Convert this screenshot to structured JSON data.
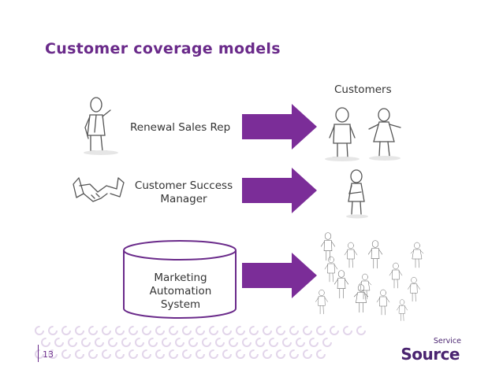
{
  "slide": {
    "title": "Customer coverage models",
    "page_number": "13"
  },
  "diagram": {
    "customers_heading": "Customers",
    "rows": [
      {
        "label": "Renewal Sales Rep"
      },
      {
        "label_lines": [
          "Customer Success",
          "Manager"
        ]
      },
      {
        "label_lines": [
          "Marketing",
          "Automation",
          "System"
        ]
      }
    ]
  },
  "brand": {
    "logo_small": "Service",
    "logo_big": "Source",
    "accent_color": "#6a2a8a",
    "arrow_color": "#7b2d98"
  }
}
